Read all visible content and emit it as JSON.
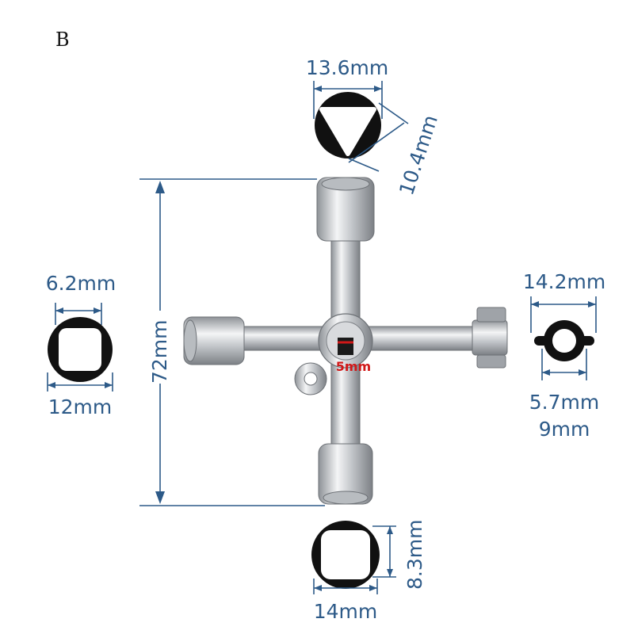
{
  "figure_tag": "B",
  "colors": {
    "dimension": "#2d5a88",
    "highlight": "#d01818",
    "metal": "#c9ccd0"
  },
  "dimensions": {
    "top_width": "13.6mm",
    "top_diagonal": "10.4mm",
    "height": "72mm",
    "left_inner": "6.2mm",
    "left_outer": "12mm",
    "right_outer": "14.2mm",
    "right_inner": "5.7mm",
    "right_bore": "9mm",
    "bottom_height": "8.3mm",
    "bottom_width": "14mm",
    "center_square": "5mm"
  },
  "icons": {
    "top": "triangle-socket-icon",
    "left": "square-socket-icon",
    "right": "ring-socket-icon",
    "bottom": "square-socket-icon",
    "key": "cross-key-icon"
  }
}
